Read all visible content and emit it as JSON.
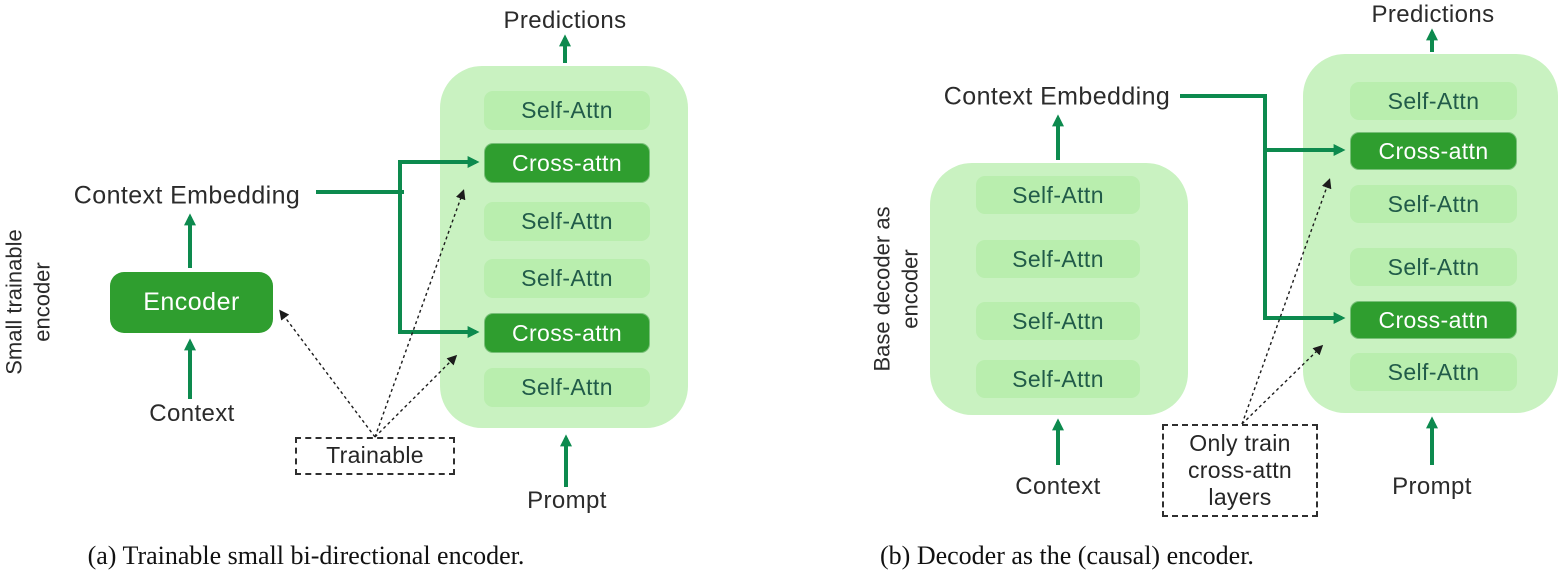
{
  "colors": {
    "stack_bg": "#c9f2c1",
    "self_attn_bg": "#b9eeae",
    "cross_attn_bg": "#2f9e2f",
    "arrow_green": "#0d8a4e",
    "layer_text": "#215b49",
    "dashed_border": "#2f2f2f"
  },
  "panel_a": {
    "side_label_line1": "Small trainable",
    "side_label_line2": "encoder",
    "predictions_label": "Predictions",
    "context_embedding_label": "Context Embedding",
    "encoder_label": "Encoder",
    "context_label": "Context",
    "prompt_label": "Prompt",
    "trainable_label": "Trainable",
    "layers": [
      "Self-Attn",
      "Cross-attn",
      "Self-Attn",
      "Self-Attn",
      "Cross-attn",
      "Self-Attn"
    ],
    "caption": "(a) Trainable small bi-directional encoder."
  },
  "panel_b": {
    "side_label_line1": "Base decoder as",
    "side_label_line2": "encoder",
    "predictions_label": "Predictions",
    "context_embedding_label": "Context Embedding",
    "context_label": "Context",
    "prompt_label": "Prompt",
    "only_train_line1": "Only train",
    "only_train_line2": "cross-attn",
    "only_train_line3": "layers",
    "encoder_layers": [
      "Self-Attn",
      "Self-Attn",
      "Self-Attn",
      "Self-Attn"
    ],
    "decoder_layers": [
      "Self-Attn",
      "Cross-attn",
      "Self-Attn",
      "Self-Attn",
      "Cross-attn",
      "Self-Attn"
    ],
    "caption": "(b) Decoder as the (causal) encoder."
  }
}
